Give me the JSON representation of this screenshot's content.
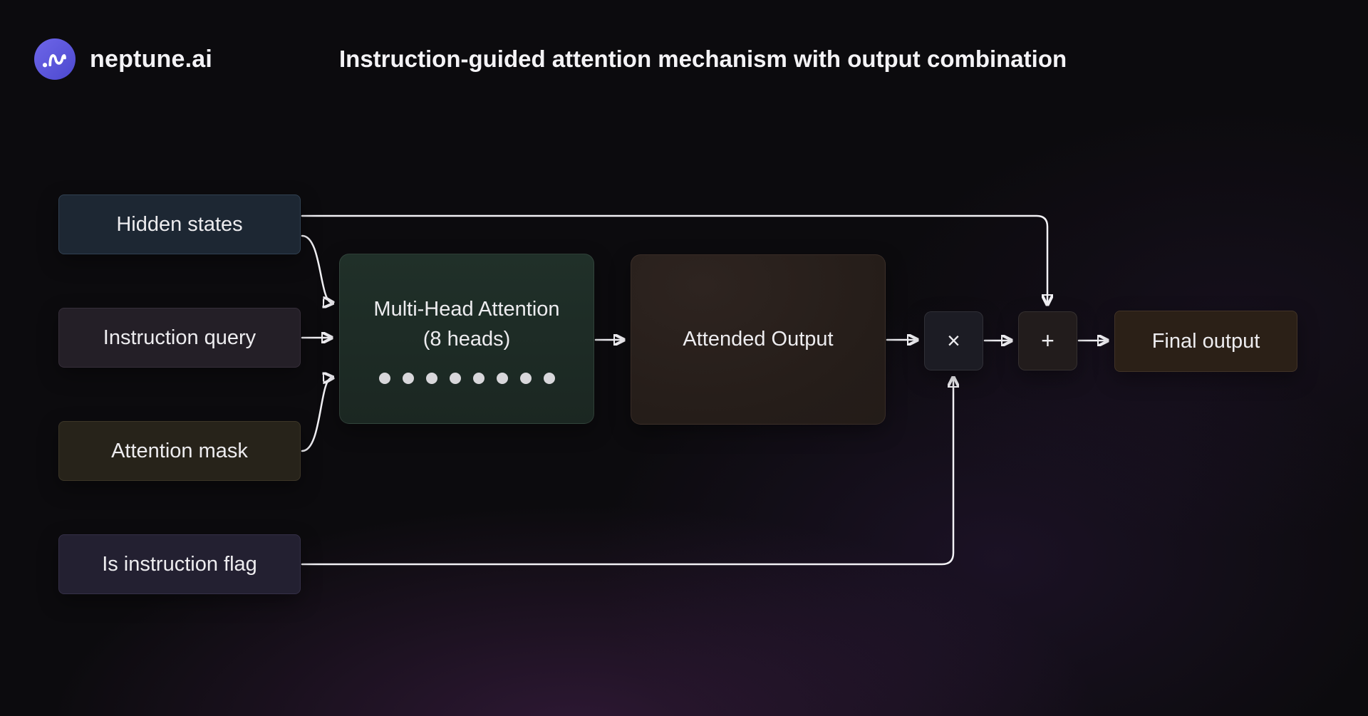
{
  "colors": {
    "background": "#0c0b0e",
    "logo_accent": "#5a57d9",
    "arrow": "#f2f1f5",
    "text": "#eceaf0"
  },
  "header": {
    "brand": "neptune.ai",
    "title": "Instruction-guided attention mechanism with output combination"
  },
  "nodes": {
    "hidden_states": {
      "label": "Hidden states"
    },
    "instruction_query": {
      "label": "Instruction query"
    },
    "attention_mask": {
      "label": "Attention mask"
    },
    "is_instruction_flag": {
      "label": "Is instruction flag"
    },
    "multi_head_attention": {
      "title": "Multi-Head Attention",
      "subtitle": "(8 heads)",
      "head_count": 8
    },
    "attended_output": {
      "label": "Attended Output"
    },
    "multiply_op": {
      "label": "×"
    },
    "add_op": {
      "label": "+"
    },
    "final_output": {
      "label": "Final output"
    }
  }
}
